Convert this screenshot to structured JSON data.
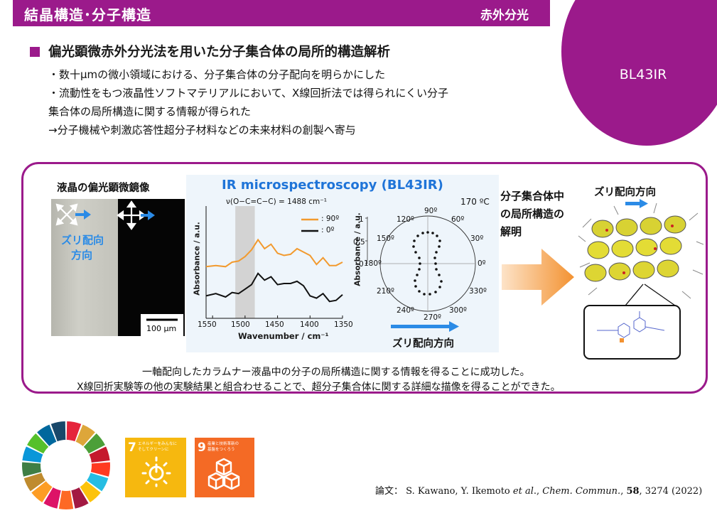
{
  "header": {
    "title": "結晶構造･分子構造",
    "tag": "赤外分光"
  },
  "beamline": "BL43IR",
  "headline": "偏光顕微赤外分光法を用いた分子集合体の局所的構造解析",
  "bullets": [
    "・数十μmの微小領域における、分子集合体の分子配向を明らかにした",
    "・流動性をもつ液晶性ソフトマテリアルにおいて、X線回折法では得られにくい分子",
    "集合体の局所構造に関する情報が得られた",
    "→分子機械や刺激応答性超分子材料などの未来材料の創製へ寄与"
  ],
  "figure": {
    "microscope_caption": "液晶の偏光顕微鏡像",
    "shear_label_1": "ズリ配向",
    "shear_label_2": "方向",
    "scale_bar": "100 μm",
    "ir_title": "IR microspectroscopy (BL43IR)",
    "nu_label": "ν(O−C=C−C) = 1488 cm⁻¹",
    "temperature": "170 ºC",
    "legend_90": ": 90º",
    "legend_0": ": 0º",
    "spectrum_ylabel": "Absorbance / a.u.",
    "spectrum_xlabel": "Wavenumber / cm⁻¹",
    "spectrum_xticks": [
      "1550",
      "1500",
      "1450",
      "1400",
      "1350"
    ],
    "polar_ylabel": "Absorbance / a.u.",
    "polar_angles": [
      "90º",
      "60º",
      "30º",
      "0º",
      "330º",
      "300º",
      "270º",
      "240º",
      "210º",
      "180º",
      "150º",
      "120º"
    ],
    "polar_rticks": [
      "1",
      "0.5",
      "0"
    ],
    "shear_dir": "ズリ配向方向",
    "mid_text_1": "分子集合体中",
    "mid_text_2": "の局所構造の",
    "mid_text_3": "解明",
    "model_caption": "ズリ配向方向"
  },
  "chart_data": {
    "type": "line",
    "xlabel": "Wavenumber / cm⁻¹",
    "ylabel": "Absorbance / a.u.",
    "xlim": [
      1550,
      1350
    ],
    "highlight_band": [
      1515,
      1485
    ],
    "series": [
      {
        "name": ": 90º",
        "color": "#f29a2e",
        "x": [
          1560,
          1545,
          1530,
          1520,
          1510,
          1500,
          1490,
          1480,
          1470,
          1460,
          1450,
          1440,
          1430,
          1420,
          1410,
          1400,
          1390,
          1380,
          1370,
          1360,
          1350
        ],
        "y": [
          0.46,
          0.47,
          0.46,
          0.5,
          0.51,
          0.55,
          0.61,
          0.7,
          0.62,
          0.66,
          0.58,
          0.56,
          0.57,
          0.62,
          0.59,
          0.56,
          0.48,
          0.54,
          0.47,
          0.47,
          0.5
        ]
      },
      {
        "name": ": 0º",
        "color": "#111111",
        "x": [
          1560,
          1545,
          1530,
          1520,
          1510,
          1500,
          1490,
          1480,
          1470,
          1460,
          1450,
          1440,
          1430,
          1420,
          1410,
          1400,
          1390,
          1380,
          1370,
          1360,
          1350
        ],
        "y": [
          0.2,
          0.22,
          0.19,
          0.23,
          0.22,
          0.26,
          0.3,
          0.4,
          0.34,
          0.37,
          0.3,
          0.31,
          0.31,
          0.33,
          0.29,
          0.2,
          0.18,
          0.22,
          0.15,
          0.16,
          0.21
        ]
      }
    ]
  },
  "sdgs": [
    {
      "number": "7",
      "text_1": "エネルギーをみんなに",
      "text_2": "そしてクリーンに",
      "color": "#f6b80f"
    },
    {
      "number": "9",
      "text_1": "産業と技術革新の",
      "text_2": "基盤をつくろう",
      "color": "#f46a25"
    }
  ],
  "footer": [
    "一軸配向したカラムナー液晶中の分子の局所構造に関する情報を得ることに成功した。",
    "X線回折実験等の他の実験結果と組合わせることで、超分子集合体に関する詳細な描像を得ることができた。"
  ],
  "citation": {
    "prefix": "論文：",
    "authors": "S. Kawano, Y. Ikemoto ",
    "etal": "et al",
    "sep": "., ",
    "journal": "Chem. Commun.",
    "rest_1": ", ",
    "volume": "58",
    "rest_2": ", 3274 (2022)"
  }
}
